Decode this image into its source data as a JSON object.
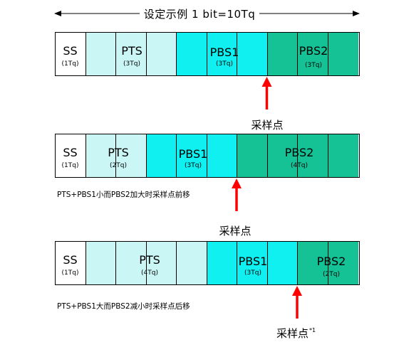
{
  "title": "设定示例 1 bit=10Tq",
  "colors": {
    "ss": "#ffffff",
    "pts": "#cbf6f6",
    "pbs1": "#10f0f0",
    "pbs2": "#15c296",
    "arrow": "#ff0000",
    "border": "#000000"
  },
  "rows": [
    {
      "segments": [
        {
          "name": "SS",
          "tq": "(1Tq)",
          "cells": 1
        },
        {
          "name": "PTS",
          "tq": "(3Tq)",
          "cells": 3
        },
        {
          "name": "PBS1",
          "tq": "(3Tq)",
          "cells": 3
        },
        {
          "name": "PBS2",
          "tq": "(3Tq)",
          "cells": 3
        }
      ],
      "sample_point_label": "采样点",
      "sample_point_note": "",
      "caption": ""
    },
    {
      "segments": [
        {
          "name": "SS",
          "tq": "(1Tq)",
          "cells": 1
        },
        {
          "name": "PTS",
          "tq": "(2Tq)",
          "cells": 2
        },
        {
          "name": "PBS1",
          "tq": "(3Tq)",
          "cells": 3
        },
        {
          "name": "PBS2",
          "tq": "(4Tq)",
          "cells": 4
        }
      ],
      "sample_point_label": "采样点",
      "sample_point_note": "",
      "caption": "PTS+PBS1小而PBS2加大时采样点前移"
    },
    {
      "segments": [
        {
          "name": "SS",
          "tq": "(1Tq)",
          "cells": 1
        },
        {
          "name": "PTS",
          "tq": "(4Tq)",
          "cells": 4
        },
        {
          "name": "PBS1",
          "tq": "(3Tq)",
          "cells": 3
        },
        {
          "name": "PBS2",
          "tq": "(2Tq)",
          "cells": 2
        }
      ],
      "sample_point_label": "采样点",
      "sample_point_note": "*1",
      "caption": "PTS+PBS1大而PBS2减小时采样点后移"
    }
  ]
}
